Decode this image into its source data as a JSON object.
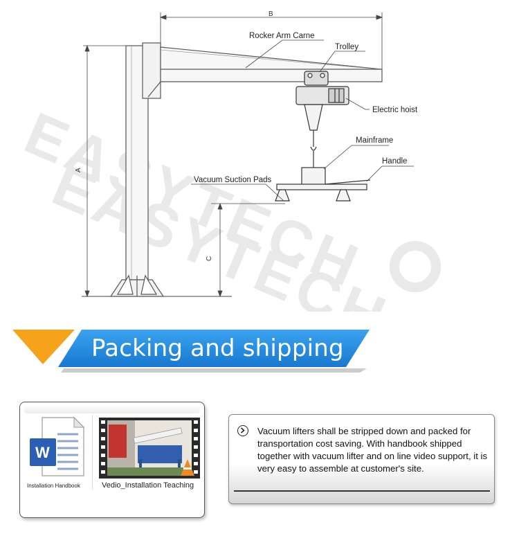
{
  "diagram": {
    "labels": {
      "rocker_arm": "Rocker Arm Carne",
      "trolley": "Trolley",
      "electric_hoist": "Electric hoist",
      "mainframe": "Mainframe",
      "handle": "Handle",
      "vacuum_pads": "Vacuum Suction Pads",
      "dim_b": "B",
      "dim_a": "A",
      "dim_c": "C"
    },
    "watermark": "EASYTECH"
  },
  "banner": {
    "title": "Packing and shipping",
    "colors": {
      "orange": "#f7a21b",
      "blue": "#1e8de0"
    }
  },
  "resources": {
    "handbook_label": "Installation Handbook",
    "video_label": "Vedio_Installation Teaching",
    "handbook_icon": "word-document-icon",
    "video_icon": "video-thumbnail"
  },
  "description": {
    "text": "Vacuum lifters shall be stripped down and packed for transportation cost saving. With handbook shipped together with vacuum lifter and on line video support, it is very easy to assemble at customer's site."
  }
}
